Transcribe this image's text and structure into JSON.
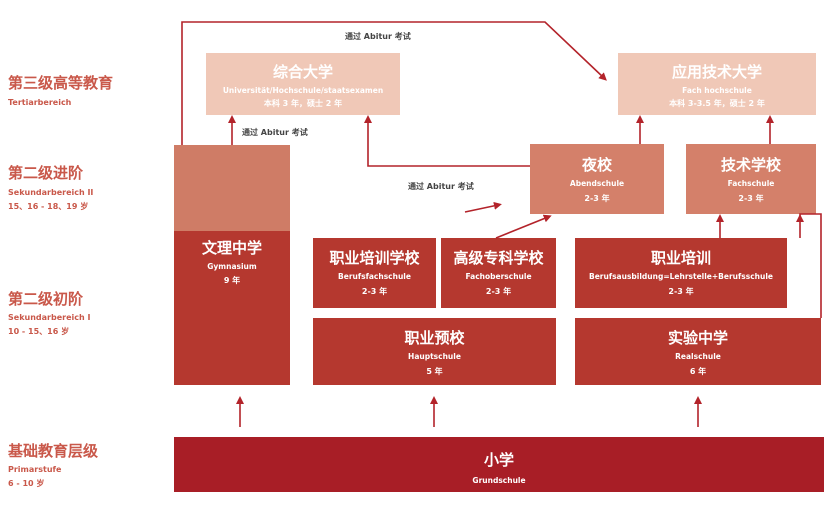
{
  "levels": {
    "tertiary": {
      "zh": "第三级高等教育",
      "de": "Tertiarbereich"
    },
    "secondary2": {
      "zh": "第二级进阶",
      "de": "Sekundarbereich II",
      "ages": "15、16 - 18、19 岁"
    },
    "secondary1": {
      "zh": "第二级初阶",
      "de": "Sekundarbereich I",
      "ages": "10 - 15、16 岁"
    },
    "primary": {
      "zh": "基础教育层级",
      "de": "Primarstufe",
      "ages": "6 - 10 岁"
    }
  },
  "boxes": {
    "university": {
      "zh": "综合大学",
      "de": "Universität/Hochschule/staatsexamen",
      "dur": "本科 3 年，硕士 2 年"
    },
    "fachhochschule": {
      "zh": "应用技术大学",
      "de": "Fach hochschule",
      "dur": "本科 3-3.5 年，硕士 2 年"
    },
    "abendschule": {
      "zh": "夜校",
      "de": "Abendschule",
      "dur": "2-3 年"
    },
    "fachschule": {
      "zh": "技术学校",
      "de": "Fachschule",
      "dur": "2-3 年"
    },
    "gymnasium": {
      "zh": "文理中学",
      "de": "Gymnasium",
      "dur": "9 年"
    },
    "berufsfachschule": {
      "zh": "职业培训学校",
      "de": "Berufsfachschule",
      "dur": "2-3 年"
    },
    "fachoberschule": {
      "zh": "高级专科学校",
      "de": "Fachoberschule",
      "dur": "2-3 年"
    },
    "berufsausbildung": {
      "zh": "职业培训",
      "de": "Berufsausbildung=Lehrstelle+Berufsschule",
      "dur": "2-3 年"
    },
    "hauptschule": {
      "zh": "职业预校",
      "de": "Hauptschule",
      "dur": "5 年"
    },
    "realschule": {
      "zh": "实验中学",
      "de": "Realschule",
      "dur": "6 年"
    },
    "grundschule": {
      "zh": "小学",
      "de": "Grundschule"
    }
  },
  "notes": {
    "abitur_top": "通过 Abitur 考试",
    "abitur_left": "通过 Abitur 考试",
    "abitur_mid": "通过 Abitur 考试"
  },
  "colors": {
    "light": "#f0c8b7",
    "mid": "#d4806a",
    "dark": "#b5382f",
    "primary": "#a81e26",
    "arrow": "#b3232a",
    "label": "#c9584a"
  }
}
